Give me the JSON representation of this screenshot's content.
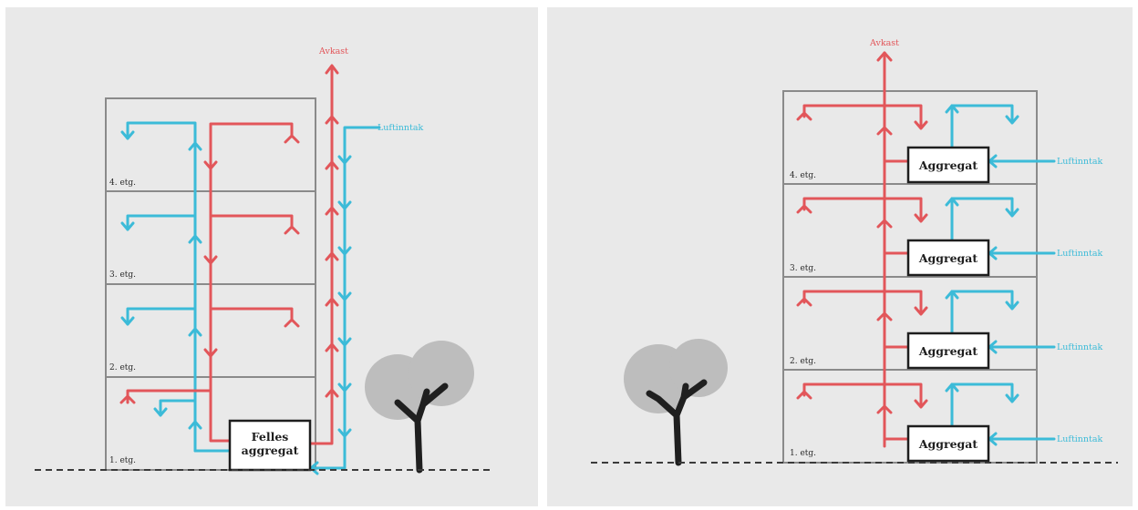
{
  "colors": {
    "exhaust": "#e2565a",
    "intake": "#3cbbd8",
    "building_line": "#8a8a8a",
    "unit_border": "#1e1e1e",
    "tree_foliage": "#bdbdbd",
    "tree_trunk": "#1f1f1f",
    "background": "#e9e9e9"
  },
  "left": {
    "exhaust_label": "Avkast",
    "intake_label": "Luftinntak",
    "unit_label_line1": "Felles",
    "unit_label_line2": "aggregat",
    "floors": [
      "4. etg.",
      "3. etg.",
      "2. etg.",
      "1. etg."
    ]
  },
  "right": {
    "exhaust_label": "Avkast",
    "floors": [
      "4. etg.",
      "3. etg.",
      "2. etg.",
      "1. etg."
    ],
    "units": [
      "Aggregat",
      "Aggregat",
      "Aggregat",
      "Aggregat"
    ],
    "intake_labels": [
      "Luftinntak",
      "Luftinntak",
      "Luftinntak",
      "Luftinntak"
    ]
  }
}
